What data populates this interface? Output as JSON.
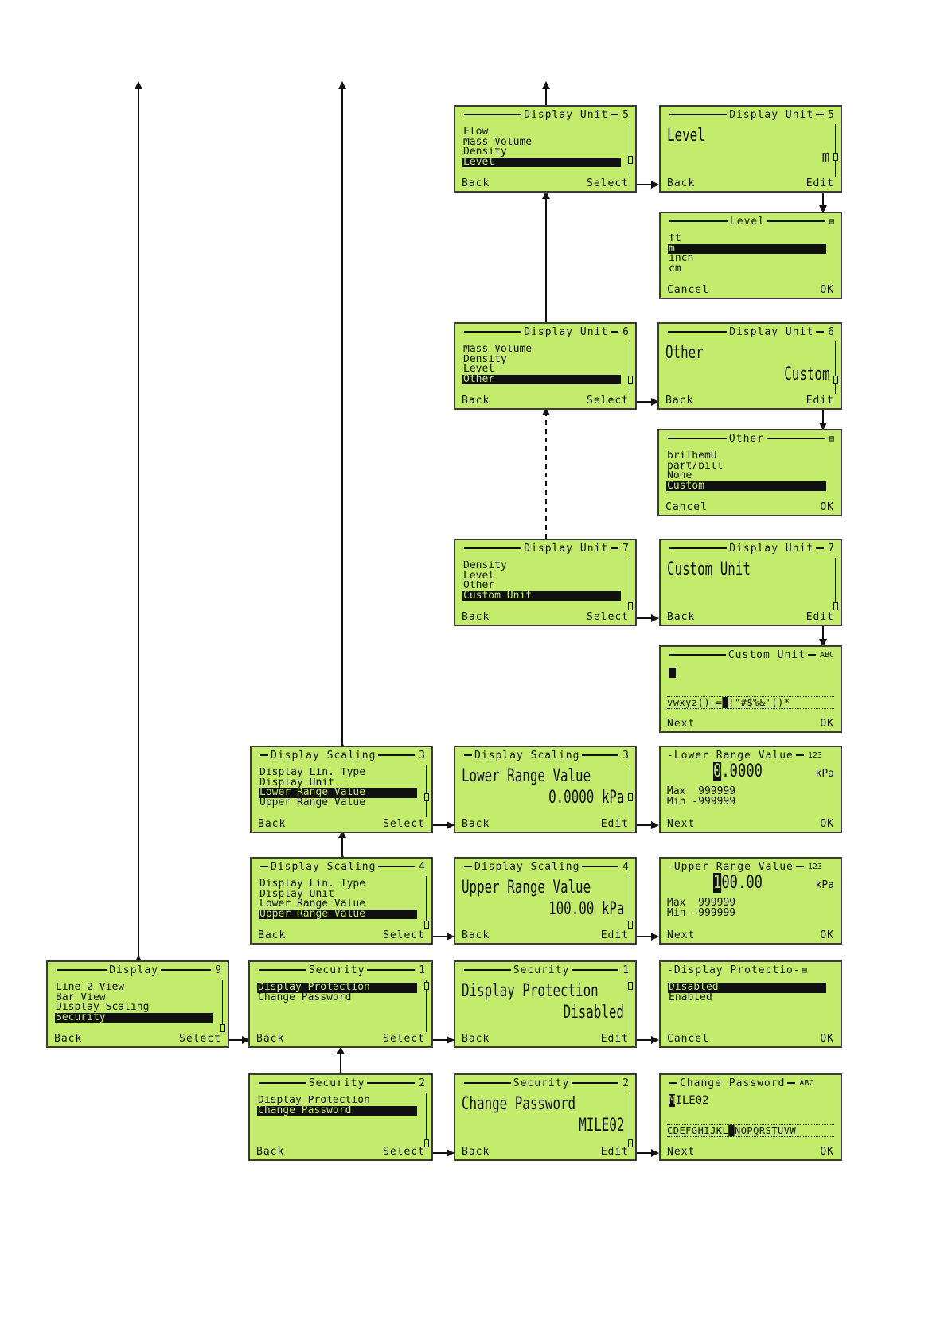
{
  "colors": {
    "lcd_background": "#c4ec6c",
    "ink": "#111111"
  },
  "screens": {
    "du5": {
      "title": "Display Unit",
      "num": "5",
      "items": [
        "Flow",
        "Mass Volume",
        "Density",
        "Level"
      ],
      "selected": "Level",
      "left": "Back",
      "right": "Select"
    },
    "du5e": {
      "title": "Display Unit",
      "num": "5",
      "line1": "Level",
      "line2": "m",
      "left": "Back",
      "right": "Edit"
    },
    "lvl": {
      "title": "Level",
      "icon": "list-edit-icon",
      "items": [
        "ft",
        "m",
        "inch",
        "cm"
      ],
      "selected": "m",
      "left": "Cancel",
      "right": "OK"
    },
    "du6": {
      "title": "Display Unit",
      "num": "6",
      "items": [
        "Mass Volume",
        "Density",
        "Level",
        "Other"
      ],
      "selected": "Other",
      "left": "Back",
      "right": "Select"
    },
    "du6e": {
      "title": "Display Unit",
      "num": "6",
      "line1": "Other",
      "line2": "Custom",
      "left": "Back",
      "right": "Edit"
    },
    "oth": {
      "title": "Other",
      "icon": "list-edit-icon",
      "items": [
        "briThemU",
        "part/bill",
        "None",
        "Custom"
      ],
      "selected": "Custom",
      "left": "Cancel",
      "right": "OK"
    },
    "du7": {
      "title": "Display Unit",
      "num": "7",
      "items": [
        "Density",
        "Level",
        "Other",
        "Custom Unit"
      ],
      "selected": "Custom Unit",
      "left": "Back",
      "right": "Select"
    },
    "du7e": {
      "title": "Display Unit",
      "num": "7",
      "line1": "Custom Unit",
      "line2": "",
      "left": "Back",
      "right": "Edit"
    },
    "cu": {
      "title": "Custom Unit",
      "icon": "ABC",
      "charset": "vwxyz()-=█!\"#$%&'()*",
      "left": "Next",
      "right": "OK"
    },
    "ds3": {
      "title": "Display Scaling",
      "num": "3",
      "items": [
        "Display Lin. Type",
        "Display Unit",
        "Lower Range Value",
        "Upper Range Value"
      ],
      "selected": "Lower Range Value",
      "left": "Back",
      "right": "Select"
    },
    "ds3e": {
      "title": "Display Scaling",
      "num": "3",
      "line1": "Lower Range Value",
      "line2": "0.0000 kPa",
      "left": "Back",
      "right": "Edit"
    },
    "lrv": {
      "title": "Lower Range Value",
      "icon": "123",
      "cursor": "0",
      "value": ".0000",
      "unit": "kPa",
      "max": "Max  999999",
      "min": "Min -999999",
      "left": "Next",
      "right": "OK"
    },
    "ds4": {
      "title": "Display Scaling",
      "num": "4",
      "items": [
        "Display Lin. Type",
        "Display Unit",
        "Lower Range Value",
        "Upper Range Value"
      ],
      "selected": "Upper Range Value",
      "left": "Back",
      "right": "Select"
    },
    "ds4e": {
      "title": "Display Scaling",
      "num": "4",
      "line1": "Upper Range Value",
      "line2": "100.00 kPa",
      "left": "Back",
      "right": "Edit"
    },
    "urv": {
      "title": "Upper Range Value",
      "icon": "123",
      "cursor": "1",
      "value": "00.00",
      "unit": "kPa",
      "max": "Max  999999",
      "min": "Min -999999",
      "left": "Next",
      "right": "OK"
    },
    "disp": {
      "title": "Display",
      "num": "9",
      "items": [
        "Line 2 View",
        "Bar View",
        "Display Scaling",
        "Security"
      ],
      "selected": "Security",
      "left": "Back",
      "right": "Select"
    },
    "sec1": {
      "title": "Security",
      "num": "1",
      "items": [
        "Display Protection",
        "Change Password"
      ],
      "selected": "Display Protection",
      "left": "Back",
      "right": "Select"
    },
    "sec1e": {
      "title": "Security",
      "num": "1",
      "line1": "Display Protection",
      "line2": "Disabled",
      "left": "Back",
      "right": "Edit"
    },
    "dp": {
      "title": "Display Protectio",
      "icon": "list-edit-icon",
      "items": [
        "Disabled",
        "Enabled"
      ],
      "selected": "Disabled",
      "left": "Cancel",
      "right": "OK"
    },
    "sec2": {
      "title": "Security",
      "num": "2",
      "items": [
        "Display Protection",
        "Change Password"
      ],
      "selected": "Change Password",
      "left": "Back",
      "right": "Select"
    },
    "sec2e": {
      "title": "Security",
      "num": "2",
      "line1": "Change Password",
      "line2": "MILE02",
      "left": "Back",
      "right": "Edit"
    },
    "cp": {
      "title": "Change Password",
      "icon": "ABC",
      "cursor": "M",
      "value": "ILE02",
      "charset": "CDEFGHIJKL█NOPQRSTUVW",
      "left": "Next",
      "right": "OK"
    }
  }
}
